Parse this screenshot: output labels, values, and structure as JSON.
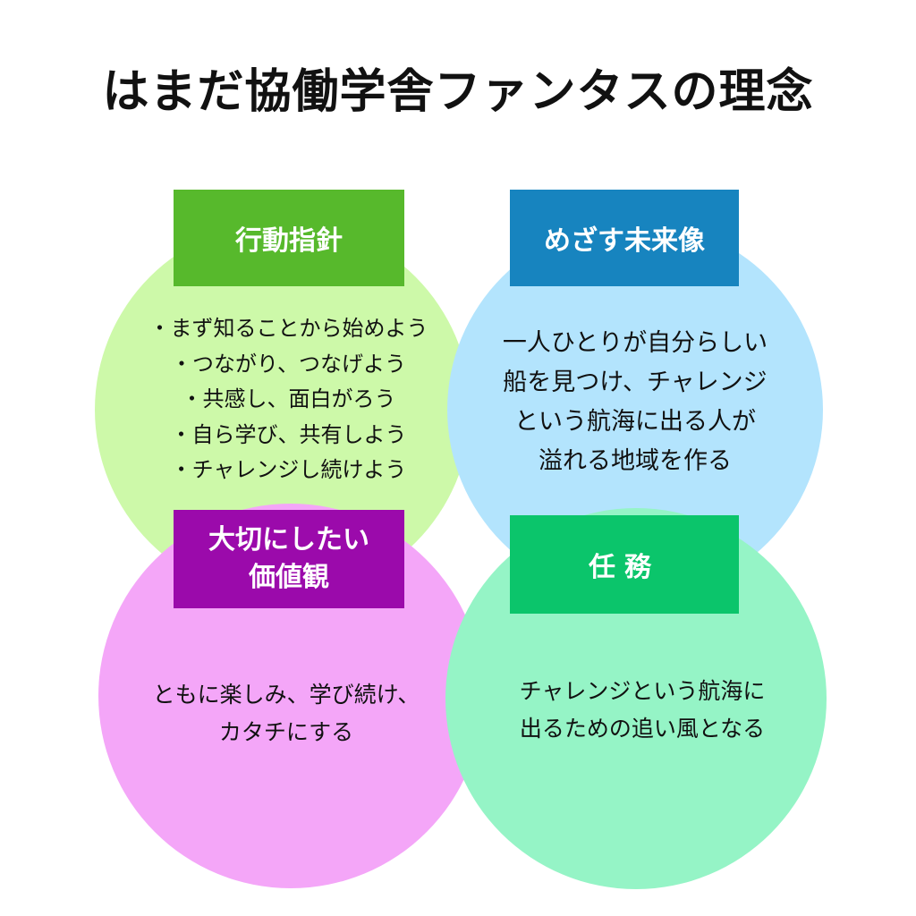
{
  "title": "はまだ協働学舎ファンタスの理念",
  "colors": {
    "action_box": "#57b92c",
    "action_circle": "#cdf9a9",
    "vision_box": "#1784bf",
    "vision_circle": "#b3e4fd",
    "values_box": "#9b0aab",
    "values_circle": "#f4a6f8",
    "mission_box": "#0bc56b",
    "mission_circle": "#95f4c6"
  },
  "sections": {
    "action": {
      "heading": "行動指針",
      "lines": [
        "・まず知ることから始めよう",
        "・つながり、つなげよう",
        "・共感し、面白がろう",
        "・自ら学び、共有しよう",
        "・チャレンジし続けよう"
      ]
    },
    "vision": {
      "heading": "めざす未来像",
      "lines": [
        "一人ひとりが自分らしい",
        "船を見つけ、チャレンジ",
        "という航海に出る人が",
        "溢れる地域を作る"
      ]
    },
    "values": {
      "heading": "大切にしたい\n価値観",
      "lines": [
        "ともに楽しみ、学び続け、",
        "カタチにする"
      ]
    },
    "mission": {
      "heading": "任務",
      "lines": [
        "チャレンジという航海に",
        "出るための追い風となる"
      ]
    }
  }
}
